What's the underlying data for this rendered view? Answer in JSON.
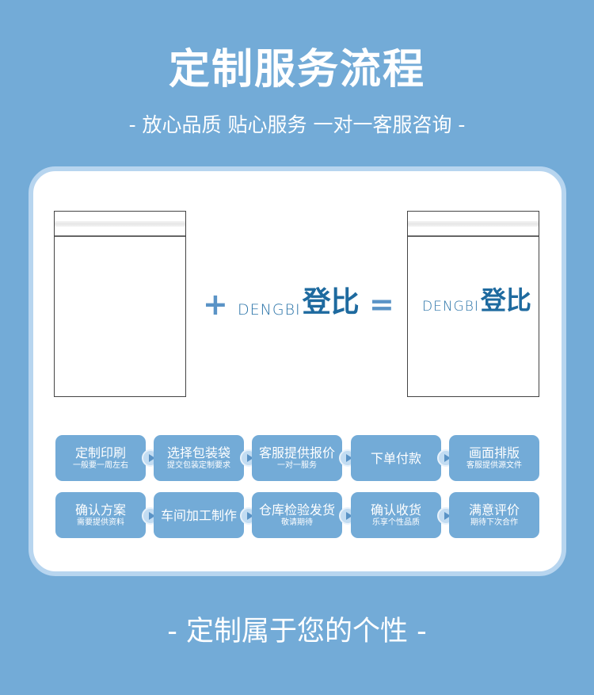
{
  "header": {
    "title": "定制服务流程",
    "subtitle": "- 放心品质 贴心服务 一对一客服咨询 -"
  },
  "equation": {
    "plus_symbol": "+",
    "equals_symbol": "=",
    "logo_text_en": "DENGBI",
    "logo_text_cn": "登比",
    "logo_on_bag_en": "DENGBI",
    "logo_on_bag_cn": "登比"
  },
  "colors": {
    "background": "#73abd7",
    "card_border": "#b7d5ef",
    "step_box": "#73abd7",
    "logo": "#2a73a8"
  },
  "steps": [
    {
      "title": "定制印刷",
      "subtitle": "一般要一周左右"
    },
    {
      "title": "选择包装袋",
      "subtitle": "提交包装定制要求"
    },
    {
      "title": "客服提供报价",
      "subtitle": "一对一服务"
    },
    {
      "title": "下单付款",
      "subtitle": ""
    },
    {
      "title": "画面排版",
      "subtitle": "客服提供源文件"
    },
    {
      "title": "确认方案",
      "subtitle": "需要提供资料"
    },
    {
      "title": "车间加工制作",
      "subtitle": ""
    },
    {
      "title": "仓库检验发货",
      "subtitle": "敬请期待"
    },
    {
      "title": "确认收货",
      "subtitle": "乐享个性品质"
    },
    {
      "title": "满意评价",
      "subtitle": "期待下次合作"
    }
  ],
  "footer": {
    "tagline": "- 定制属于您的个性 -"
  }
}
